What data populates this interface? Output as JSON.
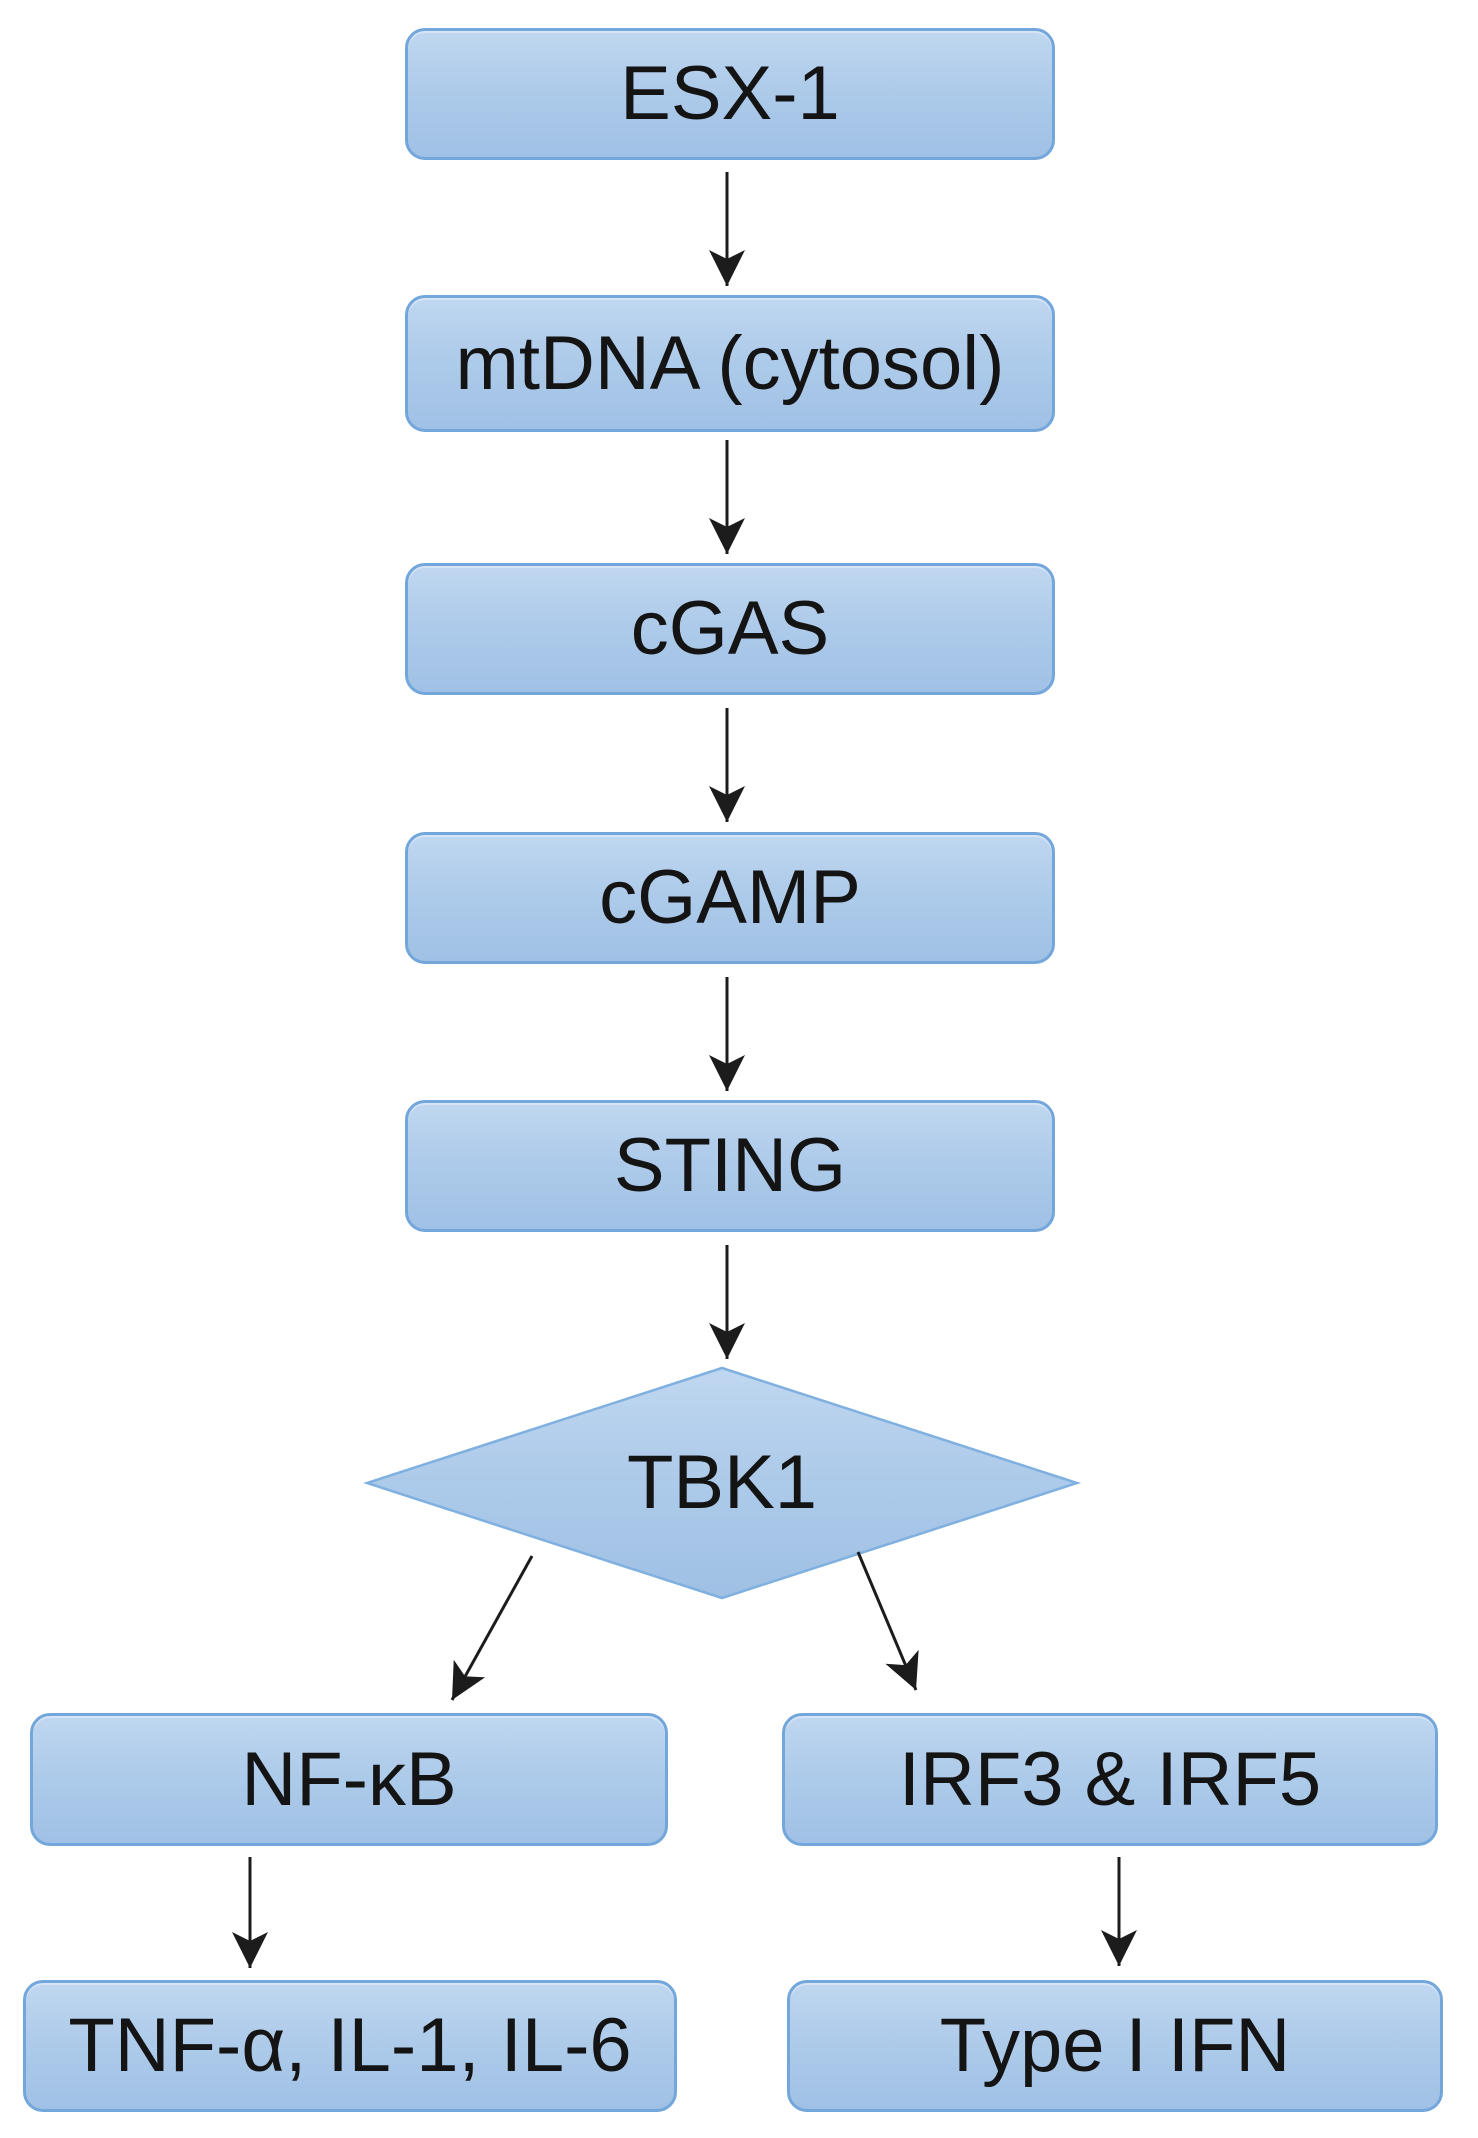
{
  "diagram": {
    "title": "ESX-1 / cGAS-STING signalling flowchart",
    "nodes": [
      {
        "id": "esx1",
        "label": "ESX-1",
        "shape": "rounded-rect"
      },
      {
        "id": "mtdna",
        "label": "mtDNA (cytosol)",
        "shape": "rounded-rect"
      },
      {
        "id": "cgas",
        "label": "cGAS",
        "shape": "rounded-rect"
      },
      {
        "id": "cgamp",
        "label": "cGAMP",
        "shape": "rounded-rect"
      },
      {
        "id": "sting",
        "label": "STING",
        "shape": "rounded-rect"
      },
      {
        "id": "tbk1",
        "label": "TBK1",
        "shape": "diamond"
      },
      {
        "id": "nfkb",
        "label": "NF-κB",
        "shape": "rounded-rect"
      },
      {
        "id": "irf",
        "label": "IRF3 & IRF5",
        "shape": "rounded-rect"
      },
      {
        "id": "cytokines",
        "label": "TNF-α, IL-1, IL-6",
        "shape": "rounded-rect"
      },
      {
        "id": "ifn",
        "label": "Type I IFN",
        "shape": "rounded-rect"
      }
    ],
    "edges": [
      {
        "from": "ESX-1",
        "to": "mtDNA (cytosol)"
      },
      {
        "from": "mtDNA (cytosol)",
        "to": "cGAS"
      },
      {
        "from": "cGAS",
        "to": "cGAMP"
      },
      {
        "from": "cGAMP",
        "to": "STING"
      },
      {
        "from": "STING",
        "to": "TBK1"
      },
      {
        "from": "TBK1",
        "to": "NF-κB"
      },
      {
        "from": "TBK1",
        "to": "IRF3 & IRF5"
      },
      {
        "from": "NF-κB",
        "to": "TNF-α, IL-1, IL-6"
      },
      {
        "from": "IRF3 & IRF5",
        "to": "Type I IFN"
      }
    ],
    "style": {
      "background": "#ffffff",
      "node_fill_top": "#c0d7f0",
      "node_fill_bottom": "#a0c1e5",
      "node_border": "#73a7db",
      "diamond_border": "#7fb0e0",
      "arrow_color": "#1c1c1c",
      "text_color": "#141414"
    }
  }
}
